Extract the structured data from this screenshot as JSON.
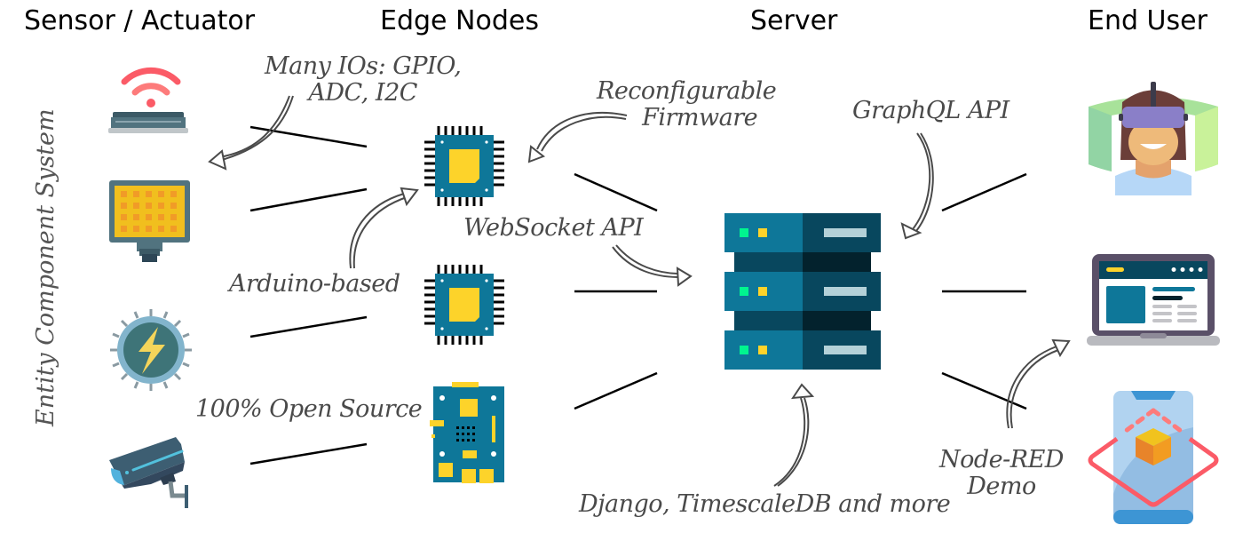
{
  "columns": {
    "sensor": "Sensor / Actuator",
    "edge": "Edge Nodes",
    "server": "Server",
    "user": "End User"
  },
  "side_label": "Entity Component System",
  "annotations": {
    "many_ios_line1": "Many IOs: GPIO,",
    "many_ios_line2": "ADC, I2C",
    "reconfigurable_line1": "Reconfigurable",
    "reconfigurable_line2": "Firmware",
    "arduino": "Arduino-based",
    "open_source": "100% Open Source",
    "websocket": "WebSocket API",
    "graphql": "GraphQL API",
    "django": "Django, TimescaleDB and more",
    "nodered_line1": "Node-RED",
    "nodered_line2": "Demo"
  },
  "nodes": {
    "sensors": [
      "wifi-sensor",
      "led-panel",
      "power-gear",
      "security-camera"
    ],
    "edge": [
      "microcontroller",
      "microcontroller",
      "dev-board"
    ],
    "server": [
      "server-rack"
    ],
    "users": [
      "vr-user",
      "laptop",
      "ar-phone"
    ]
  },
  "colors": {
    "teal": "#0e7799",
    "dark_teal": "#08475e",
    "darkest": "#032530",
    "yellow": "#fdd32a",
    "green_led": "#00f58f",
    "red": "#fb5b67",
    "line": "#000000",
    "annotation": "#4a4a4a"
  }
}
